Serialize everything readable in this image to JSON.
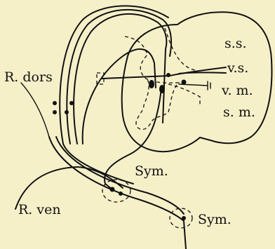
{
  "labels": {
    "ss": "s.s.",
    "vs": "v.s.",
    "vm": "v. m.",
    "sm": "s. m.",
    "r_dors": "R. dors",
    "r_ven": "R. ven",
    "sym1": "Sym.",
    "sym2": "Sym."
  },
  "colors": {
    "background": "#f6f0c9",
    "ink": "#111111"
  }
}
